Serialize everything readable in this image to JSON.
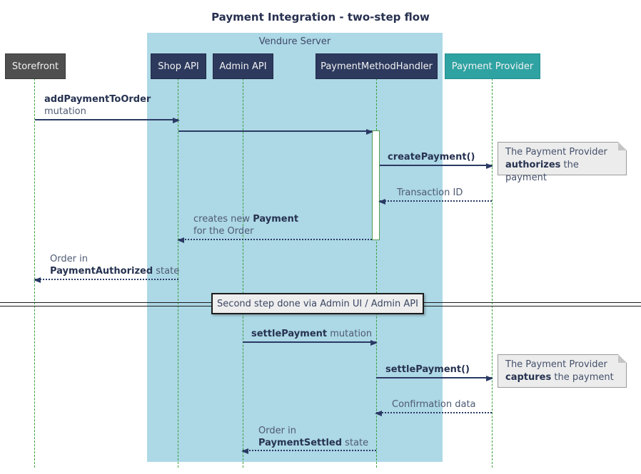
{
  "diagram": {
    "title": "Payment Integration - two-step flow",
    "container_label": "Vendure Server",
    "participants": {
      "storefront": "Storefront",
      "shop_api": "Shop API",
      "admin_api": "Admin API",
      "payment_method_handler": "PaymentMethodHandler",
      "payment_provider": "Payment Provider"
    },
    "messages": {
      "add_payment": {
        "bold": "addPaymentToOrder",
        "rest": "mutation"
      },
      "create_payment": {
        "label": "createPayment()"
      },
      "transaction_id": {
        "label": "Transaction ID"
      },
      "creates_payment": {
        "pre": "creates new ",
        "bold": "Payment",
        "line2": "for the Order"
      },
      "order_authorized": {
        "line1": "Order in",
        "bold": "PaymentAuthorized",
        "post": " state"
      },
      "settle_payment_mutation": {
        "bold": "settlePayment",
        "post": " mutation"
      },
      "settle_payment_call": {
        "label": "settlePayment()"
      },
      "confirmation_data": {
        "label": "Confirmation data"
      },
      "order_settled": {
        "line1": "Order in",
        "bold": "PaymentSettled",
        "post": " state"
      }
    },
    "notes": {
      "authorize": {
        "line1": "The Payment Provider",
        "bold": "authorizes",
        "post": " the payment"
      },
      "capture": {
        "line1": "The Payment Provider",
        "bold": "captures",
        "post": " the payment"
      }
    },
    "divider_label": "Second step done via Admin UI / Admin API",
    "colors": {
      "container_fill": "#add8e6",
      "participant_internal": "#2d3a5e",
      "participant_external": "#4f4f4f",
      "participant_provider": "#2fa2a2",
      "lifeline_green": "#38a038",
      "activation_border": "#4f9b4f",
      "arrow_navy": "#2a3a64",
      "note_fill": "#ececec",
      "divider_fill": "#eeeeee",
      "text_bold": "#263250",
      "text_regular": "#4e5a73"
    }
  }
}
